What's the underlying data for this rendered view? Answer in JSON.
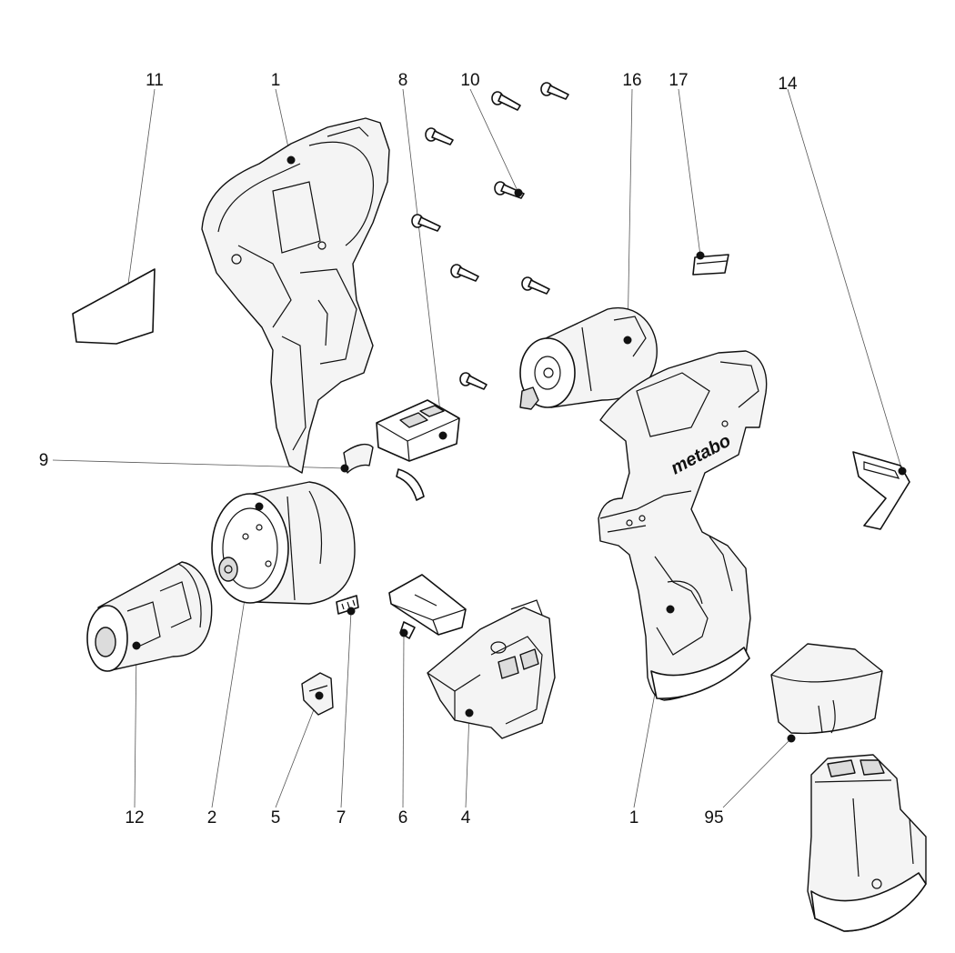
{
  "diagram": {
    "labels": {
      "c11": "11",
      "h1": "1",
      "c8": "8",
      "c10": "10",
      "c16": "16",
      "c17": "17",
      "c14": "14",
      "c9": "9",
      "c12": "12",
      "c2": "2",
      "c5": "5",
      "c7": "7",
      "c6": "6",
      "c4": "4",
      "b1": "1",
      "c95": "95"
    },
    "brand_text": "metabo"
  }
}
